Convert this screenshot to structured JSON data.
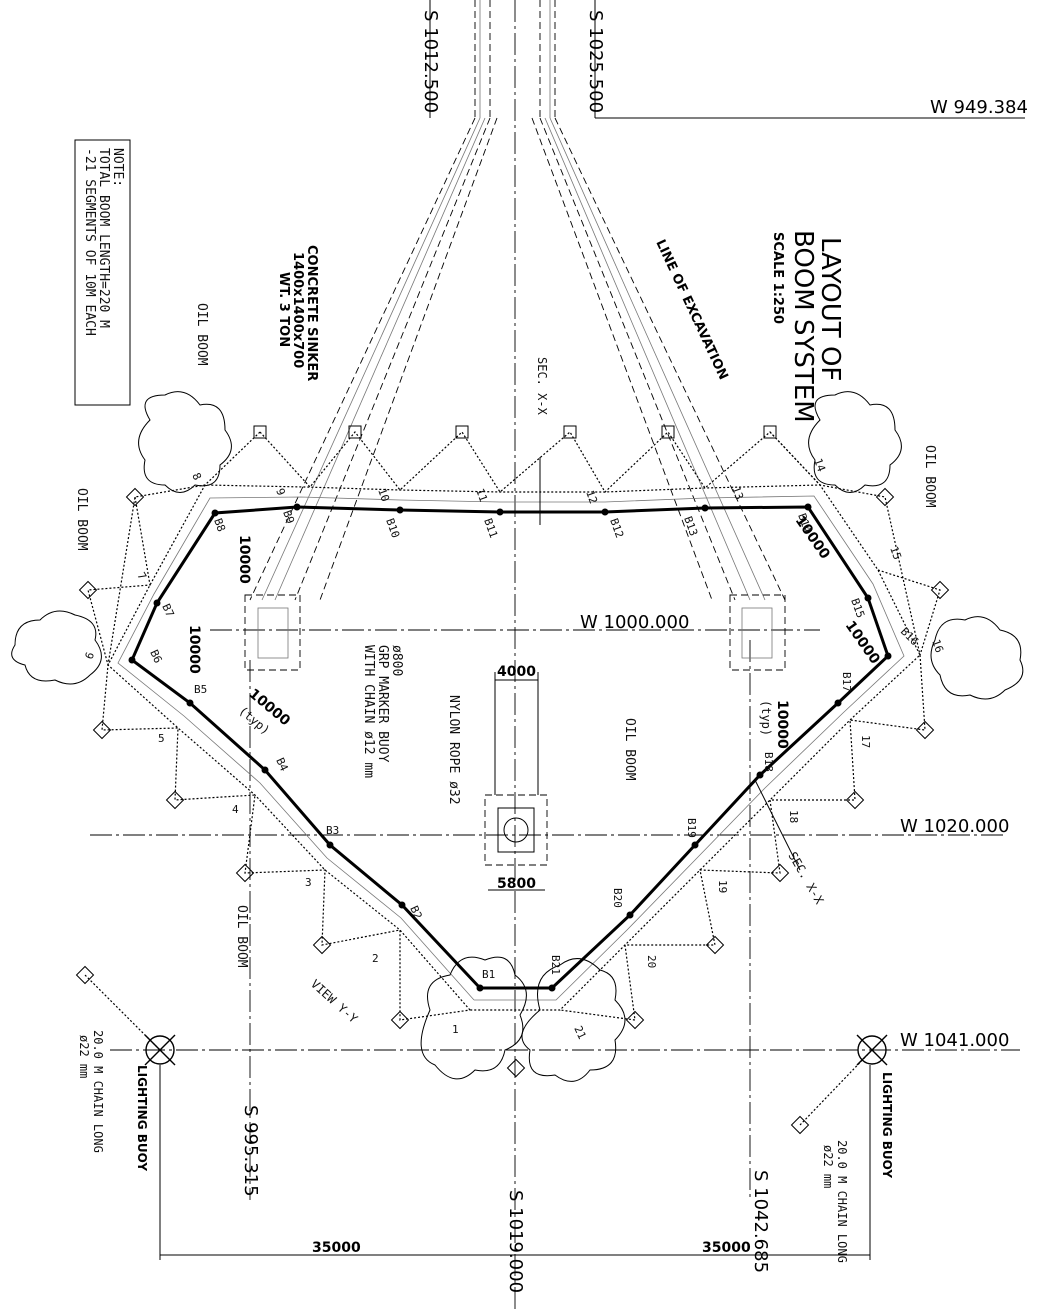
{
  "title": {
    "line1": "LAYOUT OF",
    "line2": "BOOM SYSTEM",
    "scale": "SCALE 1:250"
  },
  "note": {
    "line1": "NOTE:",
    "line2": "TOTAL BOOM LENGTH=220 M",
    "line3": "-21 SEGMENTS OF 10M EACH"
  },
  "coordinates": {
    "s1012": "S 1012.500",
    "s1025": "S 1025.500",
    "w949": "W 949.384",
    "w1000": "W 1000.000",
    "w1020": "W 1020.000",
    "w1041": "W 1041.000",
    "s995": "S 995.315",
    "s1019": "S 1019.000",
    "s1042": "S 1042.685"
  },
  "labels": {
    "excavation": "LINE OF EXCAVATION",
    "sinker1": "CONCRETE SINKER",
    "sinker2": "1400x1400x700",
    "sinker3": "WT. 3 TON",
    "oil_boom": "OIL BOOM",
    "sec_xx": "SEC. X-X",
    "sec_xx2": "SEC. X-X",
    "view_yy": "VIEW Y-Y",
    "buoy1": "ø800",
    "buoy2": "GRP MARKER BUOY",
    "buoy3": "WITH CHAIN ø12 mm",
    "nylon": "NYLON ROPE ø32",
    "lighting_buoy": "LIGHTING BUOY",
    "chain1": "20.0 M CHAIN LONG",
    "chain2": "ø22 mm"
  },
  "dimensions": {
    "d10000": "10000",
    "typ": "(typ)",
    "d4000": "4000",
    "d5800": "5800",
    "d35000": "35000"
  },
  "boom_labels": [
    "B1",
    "B2",
    "B3",
    "B4",
    "B5",
    "B6",
    "B7",
    "B8",
    "B9",
    "B10",
    "B11",
    "B12",
    "B13",
    "B14",
    "B15",
    "B16",
    "B17",
    "B18",
    "B19",
    "B20",
    "B21"
  ],
  "anchor_numbers": [
    "1",
    "2",
    "3",
    "4",
    "5",
    "6",
    "7",
    "8",
    "9",
    "10",
    "11",
    "12",
    "13",
    "14",
    "15",
    "16",
    "17",
    "18",
    "19",
    "20",
    "21"
  ]
}
